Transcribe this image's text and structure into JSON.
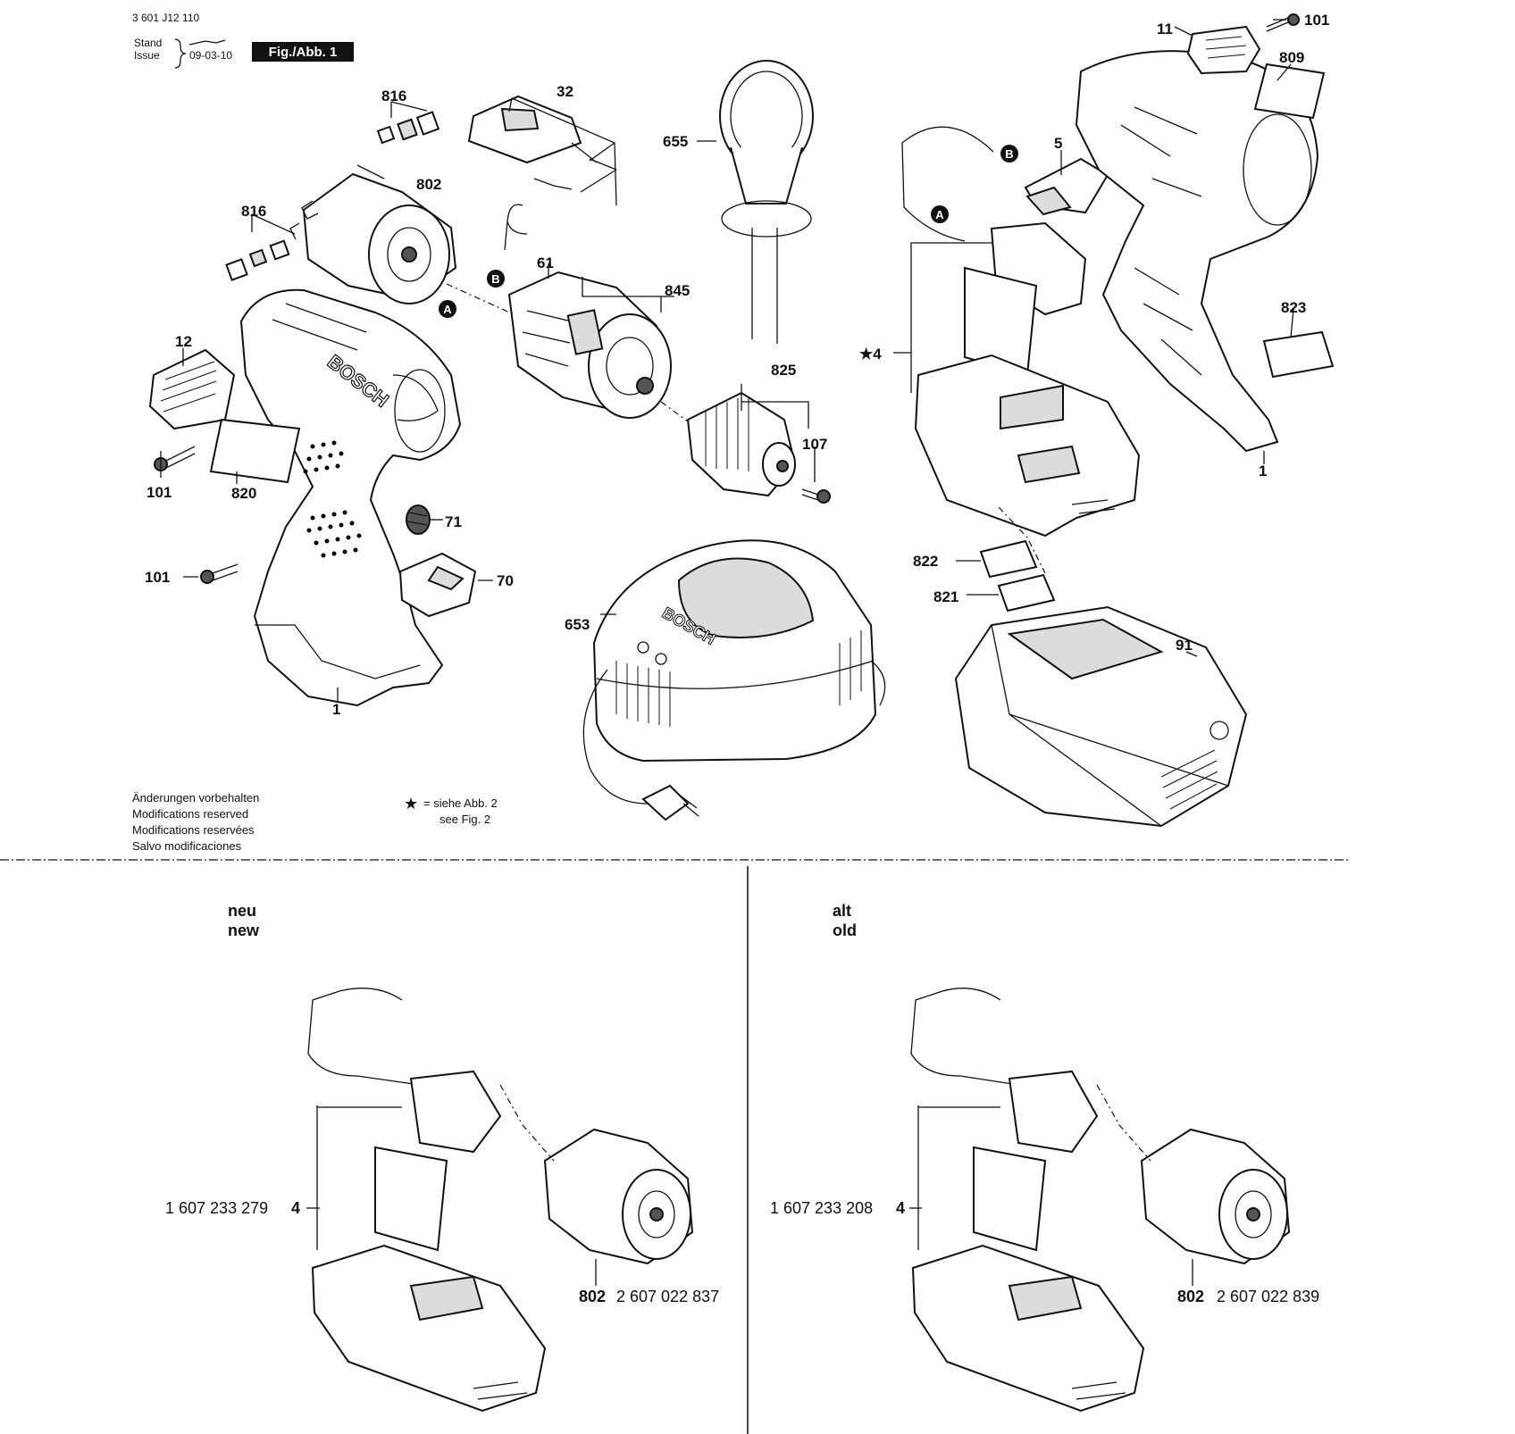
{
  "header": {
    "doc_number": "3 601 J12 110",
    "stand_label": "Stand",
    "issue_label": "Issue",
    "issue_date": "09-03-10",
    "figure_badge": "Fig./Abb. 1"
  },
  "markers": {
    "a": "A",
    "b": "B"
  },
  "parts": {
    "p816a": "816",
    "p32": "32",
    "p802": "802",
    "p816b": "816",
    "p61": "61",
    "p845": "845",
    "p655": "655",
    "p12": "12",
    "p825": "825",
    "p107": "107",
    "p101a": "101",
    "p820": "820",
    "p71": "71",
    "p101b": "101",
    "p70": "70",
    "p1a": "1",
    "p653": "653",
    "p11": "11",
    "p101c": "101",
    "p809": "809",
    "p5": "5",
    "p4": "4",
    "p823": "823",
    "p1b": "1",
    "p822": "822",
    "p821": "821",
    "p91": "91"
  },
  "brand": "BOSCH",
  "notes": {
    "lines": [
      "Änderungen vorbehalten",
      "Modifications reserved",
      "Modifications reservées",
      "Salvo modificaciones"
    ],
    "star": "★",
    "star_de": "= siehe Abb. 2",
    "star_en": "see Fig. 2"
  },
  "variants": {
    "new": {
      "label_de": "neu",
      "label_en": "new",
      "module_part": "1 607 233 279",
      "module_pos": "4",
      "motor_pos": "802",
      "motor_part": "2 607 022 837"
    },
    "old": {
      "label_de": "alt",
      "label_en": "old",
      "module_part": "1 607 233 208",
      "module_pos": "4",
      "motor_pos": "802",
      "motor_part": "2 607 022 839"
    }
  }
}
